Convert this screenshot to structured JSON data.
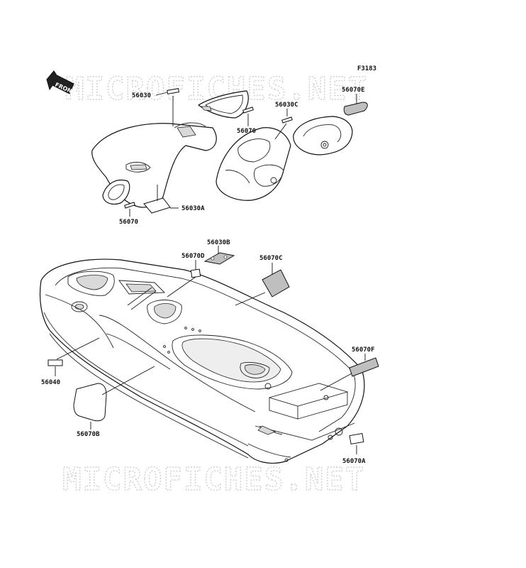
{
  "figure_code": "F3183",
  "front_label": "FRONT",
  "watermark_top": "MICROFICHES.NET",
  "watermark_bottom": "MICROFICHES.NET",
  "callouts": {
    "c56030": "56030",
    "c56070_a": "56070",
    "c56030C": "56030C",
    "c56070E": "56070E",
    "c56030A": "56030A",
    "c56070_b": "56070",
    "c56030B": "56030B",
    "c56070D": "56070D",
    "c56070C": "56070C",
    "c56070F": "56070F",
    "c56040": "56040",
    "c56070B": "56070B",
    "c56070A": "56070A"
  }
}
